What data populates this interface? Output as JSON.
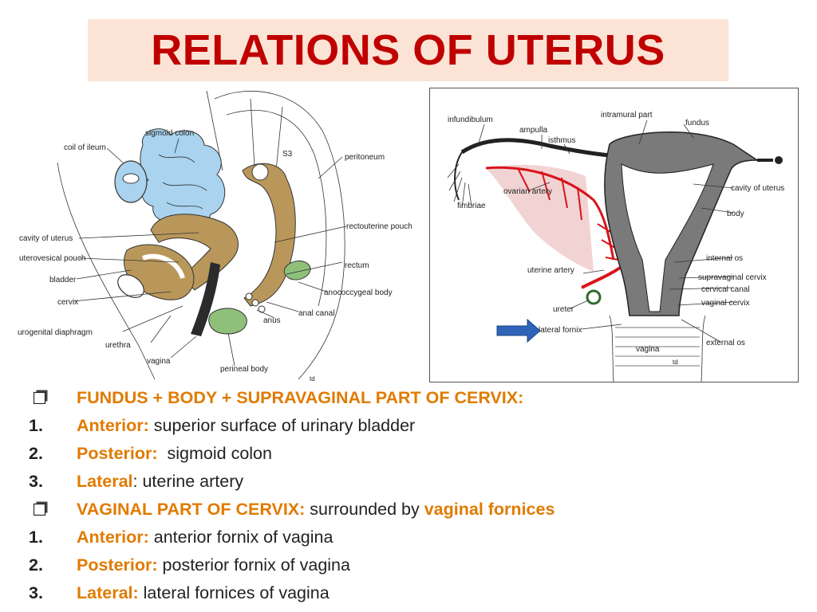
{
  "title": "RELATIONS OF UTERUS",
  "left_figure": {
    "labels": {
      "sigmoid_colon": "sigmoid colon",
      "coil_of_ileum": "coil of  ileum",
      "s3": "S3",
      "peritoneum": "peritoneum",
      "rectouterine_pouch": "rectouterine pouch",
      "cavity_of_uterus": "cavity of uterus",
      "uterovesical_pouch": "uterovesical pouch",
      "rectum": "rectum",
      "bladder": "bladder",
      "anococcygeal_body": "anococcygeal body",
      "cervix": "cervix",
      "anal_canal": "anal canal",
      "anus": "anus",
      "urogenital_diaphragm": "urogenital diaphragm",
      "urethra": "urethra",
      "vagina": "vagina",
      "perineal_body": "perineal body",
      "td": "td"
    }
  },
  "right_figure": {
    "labels": {
      "infundibulum": "infundibulum",
      "intramural_part": "intramural part",
      "ampulla": "ampulla",
      "fundus": "fundus",
      "isthmus": "isthmus",
      "cavity_of_uterus": "cavity of uterus",
      "ovarian_artery": "ovarian artery",
      "fimbriae": "fimbriae",
      "body": "body",
      "internal_os": "internal os",
      "uterine_artery": "uterine artery",
      "supravaginal_cervix": "supravaginal cervix",
      "cervical_canal": "cervical canal",
      "ureter": "ureter",
      "vaginal_cervix": "vaginal cervix",
      "lateral_fornix": "lateral fornix",
      "external_os": "external os",
      "vagina": "vagina",
      "td": "td"
    }
  },
  "bullets": [
    {
      "marker": "q",
      "head": "FUNDUS + BODY + SUPRAVAGINAL PART OF CERVIX:",
      "text": ""
    },
    {
      "marker": "1.",
      "head": "Anterior:",
      "text": " superior surface of urinary bladder"
    },
    {
      "marker": "2.",
      "head": "Posterior:",
      "text": "  sigmoid colon"
    },
    {
      "marker": "3.",
      "head": "Lateral",
      "text": ": uterine artery"
    },
    {
      "marker": "q",
      "head": "VAGINAL PART OF CERVIX:",
      "text": " surrounded by ",
      "tail": "vaginal fornices"
    },
    {
      "marker": "1.",
      "head": "Anterior:",
      "text": " anterior fornix of vagina"
    },
    {
      "marker": "2.",
      "head": "Posterior:",
      "text": " posterior fornix of vagina"
    },
    {
      "marker": "3.",
      "head": "Lateral:",
      "text": " lateral fornices of vagina"
    }
  ],
  "colors": {
    "title": "#c00000",
    "title_bg": "#fbe4d5",
    "highlight": "#e07b00",
    "intestine_blue": "#a9d3ee",
    "uterus_tan": "#b9975b",
    "uterus_gray": "#7a7a7a",
    "artery_red": "#d8141b",
    "arrow_blue": "#2e63b8"
  }
}
